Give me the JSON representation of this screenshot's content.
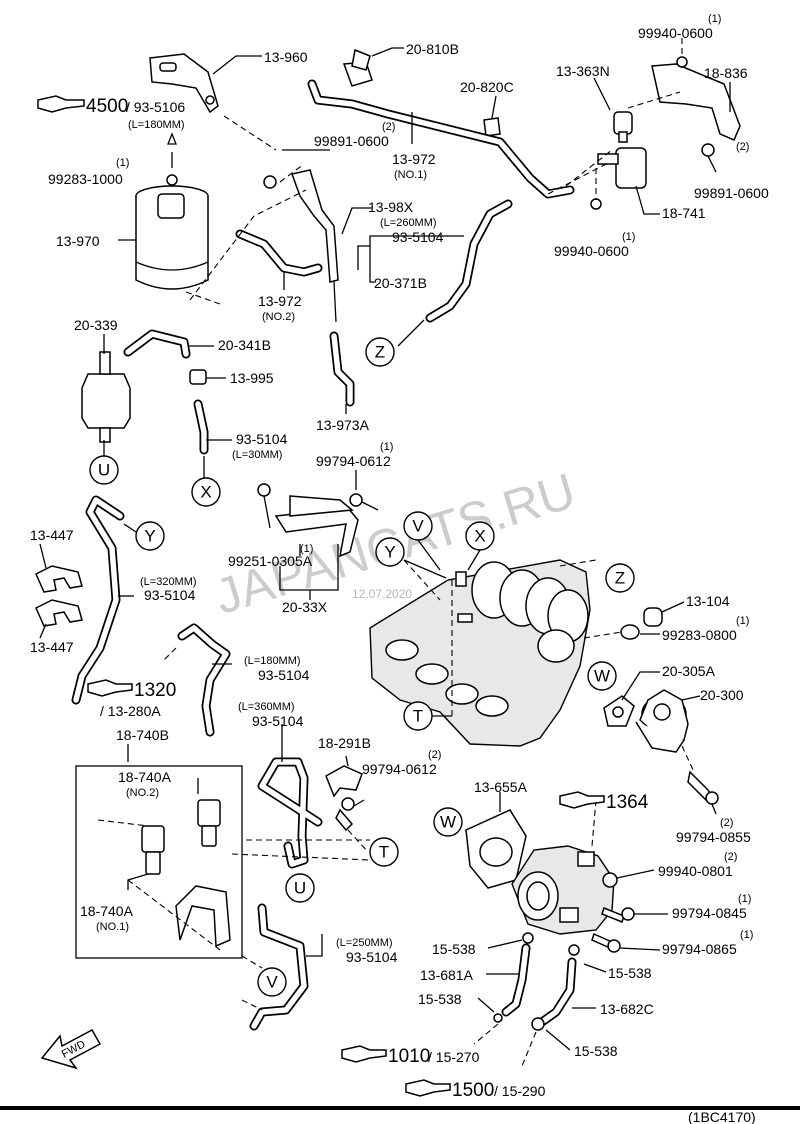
{
  "watermark": "JAPANCATS.RU",
  "watermark_date": "12.07.2020",
  "diagram_code": "(1BC4170)",
  "ref_labels": [
    {
      "id": "ref-4500",
      "main": "4500",
      "sub": "/ 93-5106"
    },
    {
      "id": "ref-1320",
      "main": "1320",
      "sub": "/ 13-280A"
    },
    {
      "id": "ref-1364",
      "main": "1364",
      "sub": ""
    },
    {
      "id": "ref-1010",
      "main": "1010",
      "sub": "/ 15-270"
    },
    {
      "id": "ref-1500",
      "main": "1500",
      "sub": "/ 15-290"
    }
  ],
  "part_labels": [
    "13-960",
    "20-810B",
    "20-820C",
    "13-363N",
    "99940-0600",
    "(1)",
    "18-836",
    "(L=180MM)",
    "99283-1000",
    "(1)",
    "99891-0600",
    "(2)",
    "13-972",
    "(NO.1)",
    "(2)",
    "99891-0600",
    "13-970",
    "13-98X",
    "(L=260MM)",
    "93-5104",
    "20-371B",
    "18-741",
    "99940-0600",
    "(1)",
    "13-972",
    "(NO.2)",
    "20-339",
    "20-341B",
    "13-995",
    "13-973A",
    "93-5104",
    "(L=30MM)",
    "99794-0612",
    "(1)",
    "13-447",
    "13-447",
    "(L=320MM)",
    "93-5104",
    "99251-0305A",
    "(1)",
    "20-33X",
    "13-104",
    "99283-0800",
    "(1)",
    "20-305A",
    "20-300",
    "(L=180MM)",
    "93-5104",
    "(L=360MM)",
    "93-5104",
    "18-740B",
    "18-740A",
    "(NO.2)",
    "18-291B",
    "99794-0612",
    "(2)",
    "18-740A",
    "(NO.1)",
    "13-655A",
    "99940-0801",
    "(2)",
    "99794-0845",
    "(1)",
    "99794-0865",
    "(1)",
    "99794-0855",
    "(2)",
    "(L=250MM)",
    "93-5104",
    "15-538",
    "13-681A",
    "15-538",
    "15-538",
    "13-682C",
    "15-538"
  ],
  "connector_letters": [
    "Z",
    "U",
    "X",
    "Y",
    "Y",
    "V",
    "X",
    "Z",
    "W",
    "T",
    "T",
    "U",
    "V",
    "W"
  ],
  "icons": {
    "reference": "hand-pointing-icon",
    "forward": "fwd-arrow-icon"
  }
}
